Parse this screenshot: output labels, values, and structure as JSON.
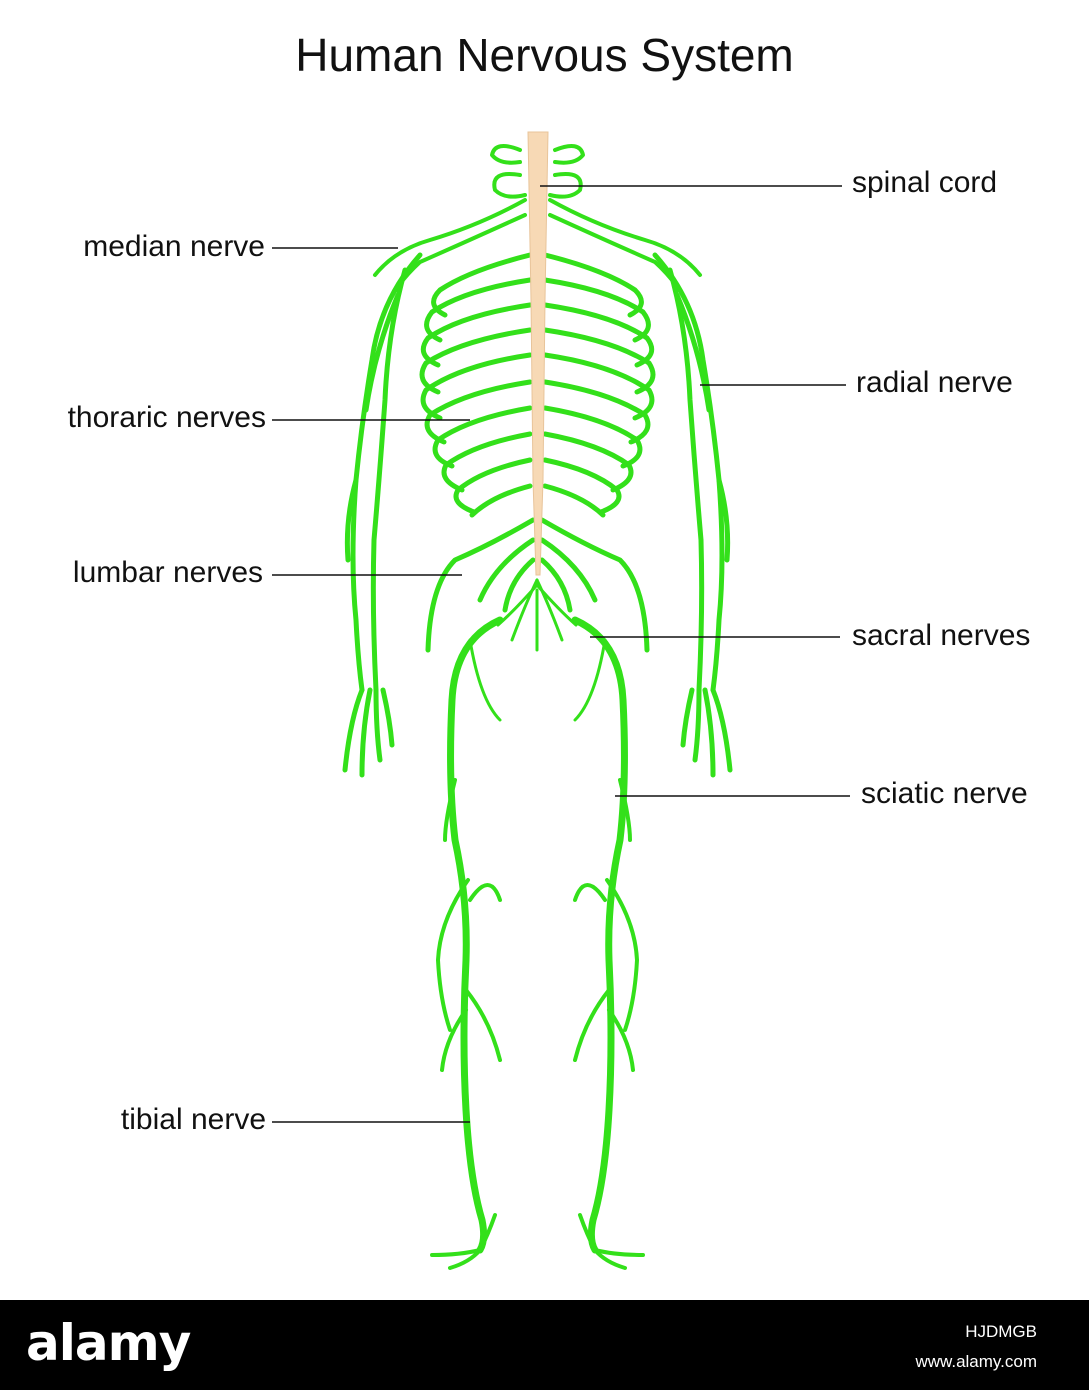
{
  "title": "Human Nervous System",
  "labels": {
    "spinal_cord": "spinal cord",
    "median_nerve": "median nerve",
    "radial_nerve": "radial nerve",
    "thoraric_nerves": "thoraric nerves",
    "lumbar_nerves": "lumbar nerves",
    "sacral_nerves": "sacral nerves",
    "sciatic_nerve": "sciatic nerve",
    "tibial_nerve": "tibial nerve"
  },
  "colors": {
    "nerve": "#33e01a",
    "spinal_cord": "#f7d9b5",
    "leader_line": "#111111",
    "footer_bg": "#000000"
  },
  "footer": {
    "brand": "alamy",
    "image_code": "HJDMGB",
    "site": "www.alamy.com"
  }
}
